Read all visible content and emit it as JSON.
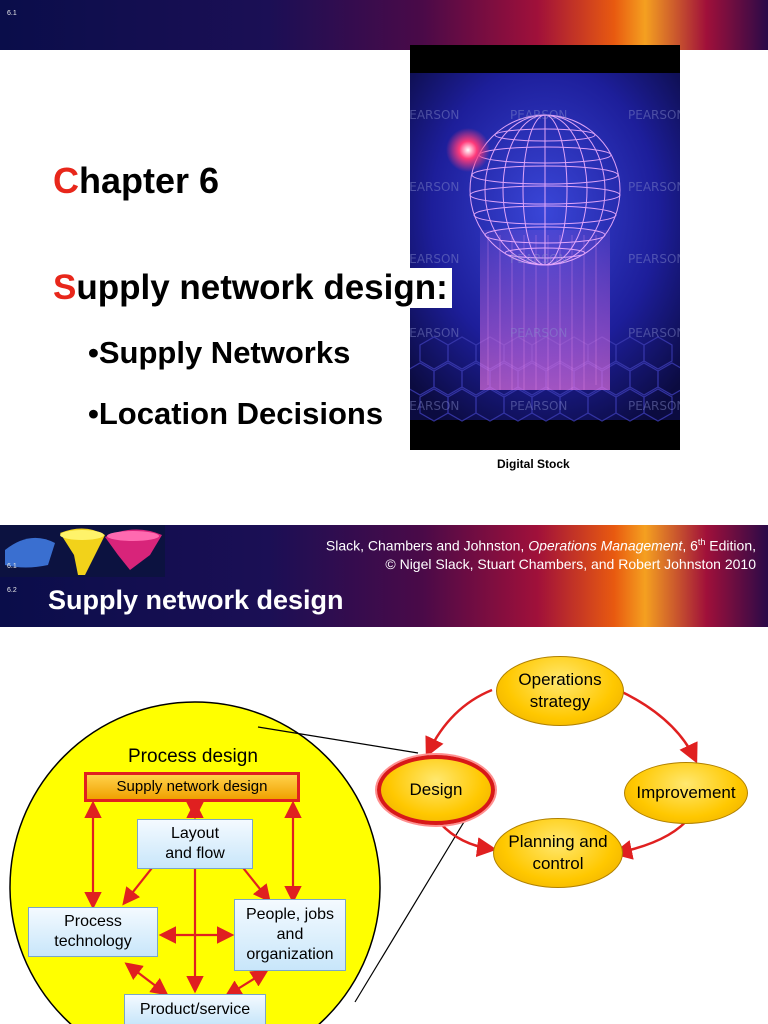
{
  "slide1": {
    "number": "6.1",
    "chapter_initial": "C",
    "chapter_rest": "hapter 6",
    "title_initial": "S",
    "title_rest": "upply network design:",
    "bullets": [
      "•Supply Networks",
      "•Location Decisions"
    ],
    "image_caption": "Digital Stock",
    "image_watermark": "PEARSON"
  },
  "footer": {
    "number": "6.1",
    "line1_before": "Slack, Chambers and Johnston, ",
    "line1_italic": "Operations Management",
    "line1_after1": ", 6",
    "line1_sup": "th",
    "line1_after2": " Edition,",
    "line2": "© Nigel Slack, Stuart Chambers, and Robert Johnston 2010"
  },
  "slide2": {
    "number": "6.2",
    "title": "Supply network design",
    "cycle": {
      "strategy": [
        "Operations",
        "strategy"
      ],
      "design": "Design",
      "improvement": "Improvement",
      "planning": [
        "Planning and",
        "control"
      ]
    },
    "process": {
      "heading": "Process design",
      "supply": "Supply network design",
      "layout": [
        "Layout",
        "and flow"
      ],
      "tech": [
        "Process",
        "technology"
      ],
      "people": [
        "People, jobs",
        "and",
        "organization"
      ],
      "product": "Product/service"
    }
  },
  "colors": {
    "accent_red": "#e8271b",
    "node_yellow": "#ffc800",
    "circle_yellow": "#ffff00"
  }
}
